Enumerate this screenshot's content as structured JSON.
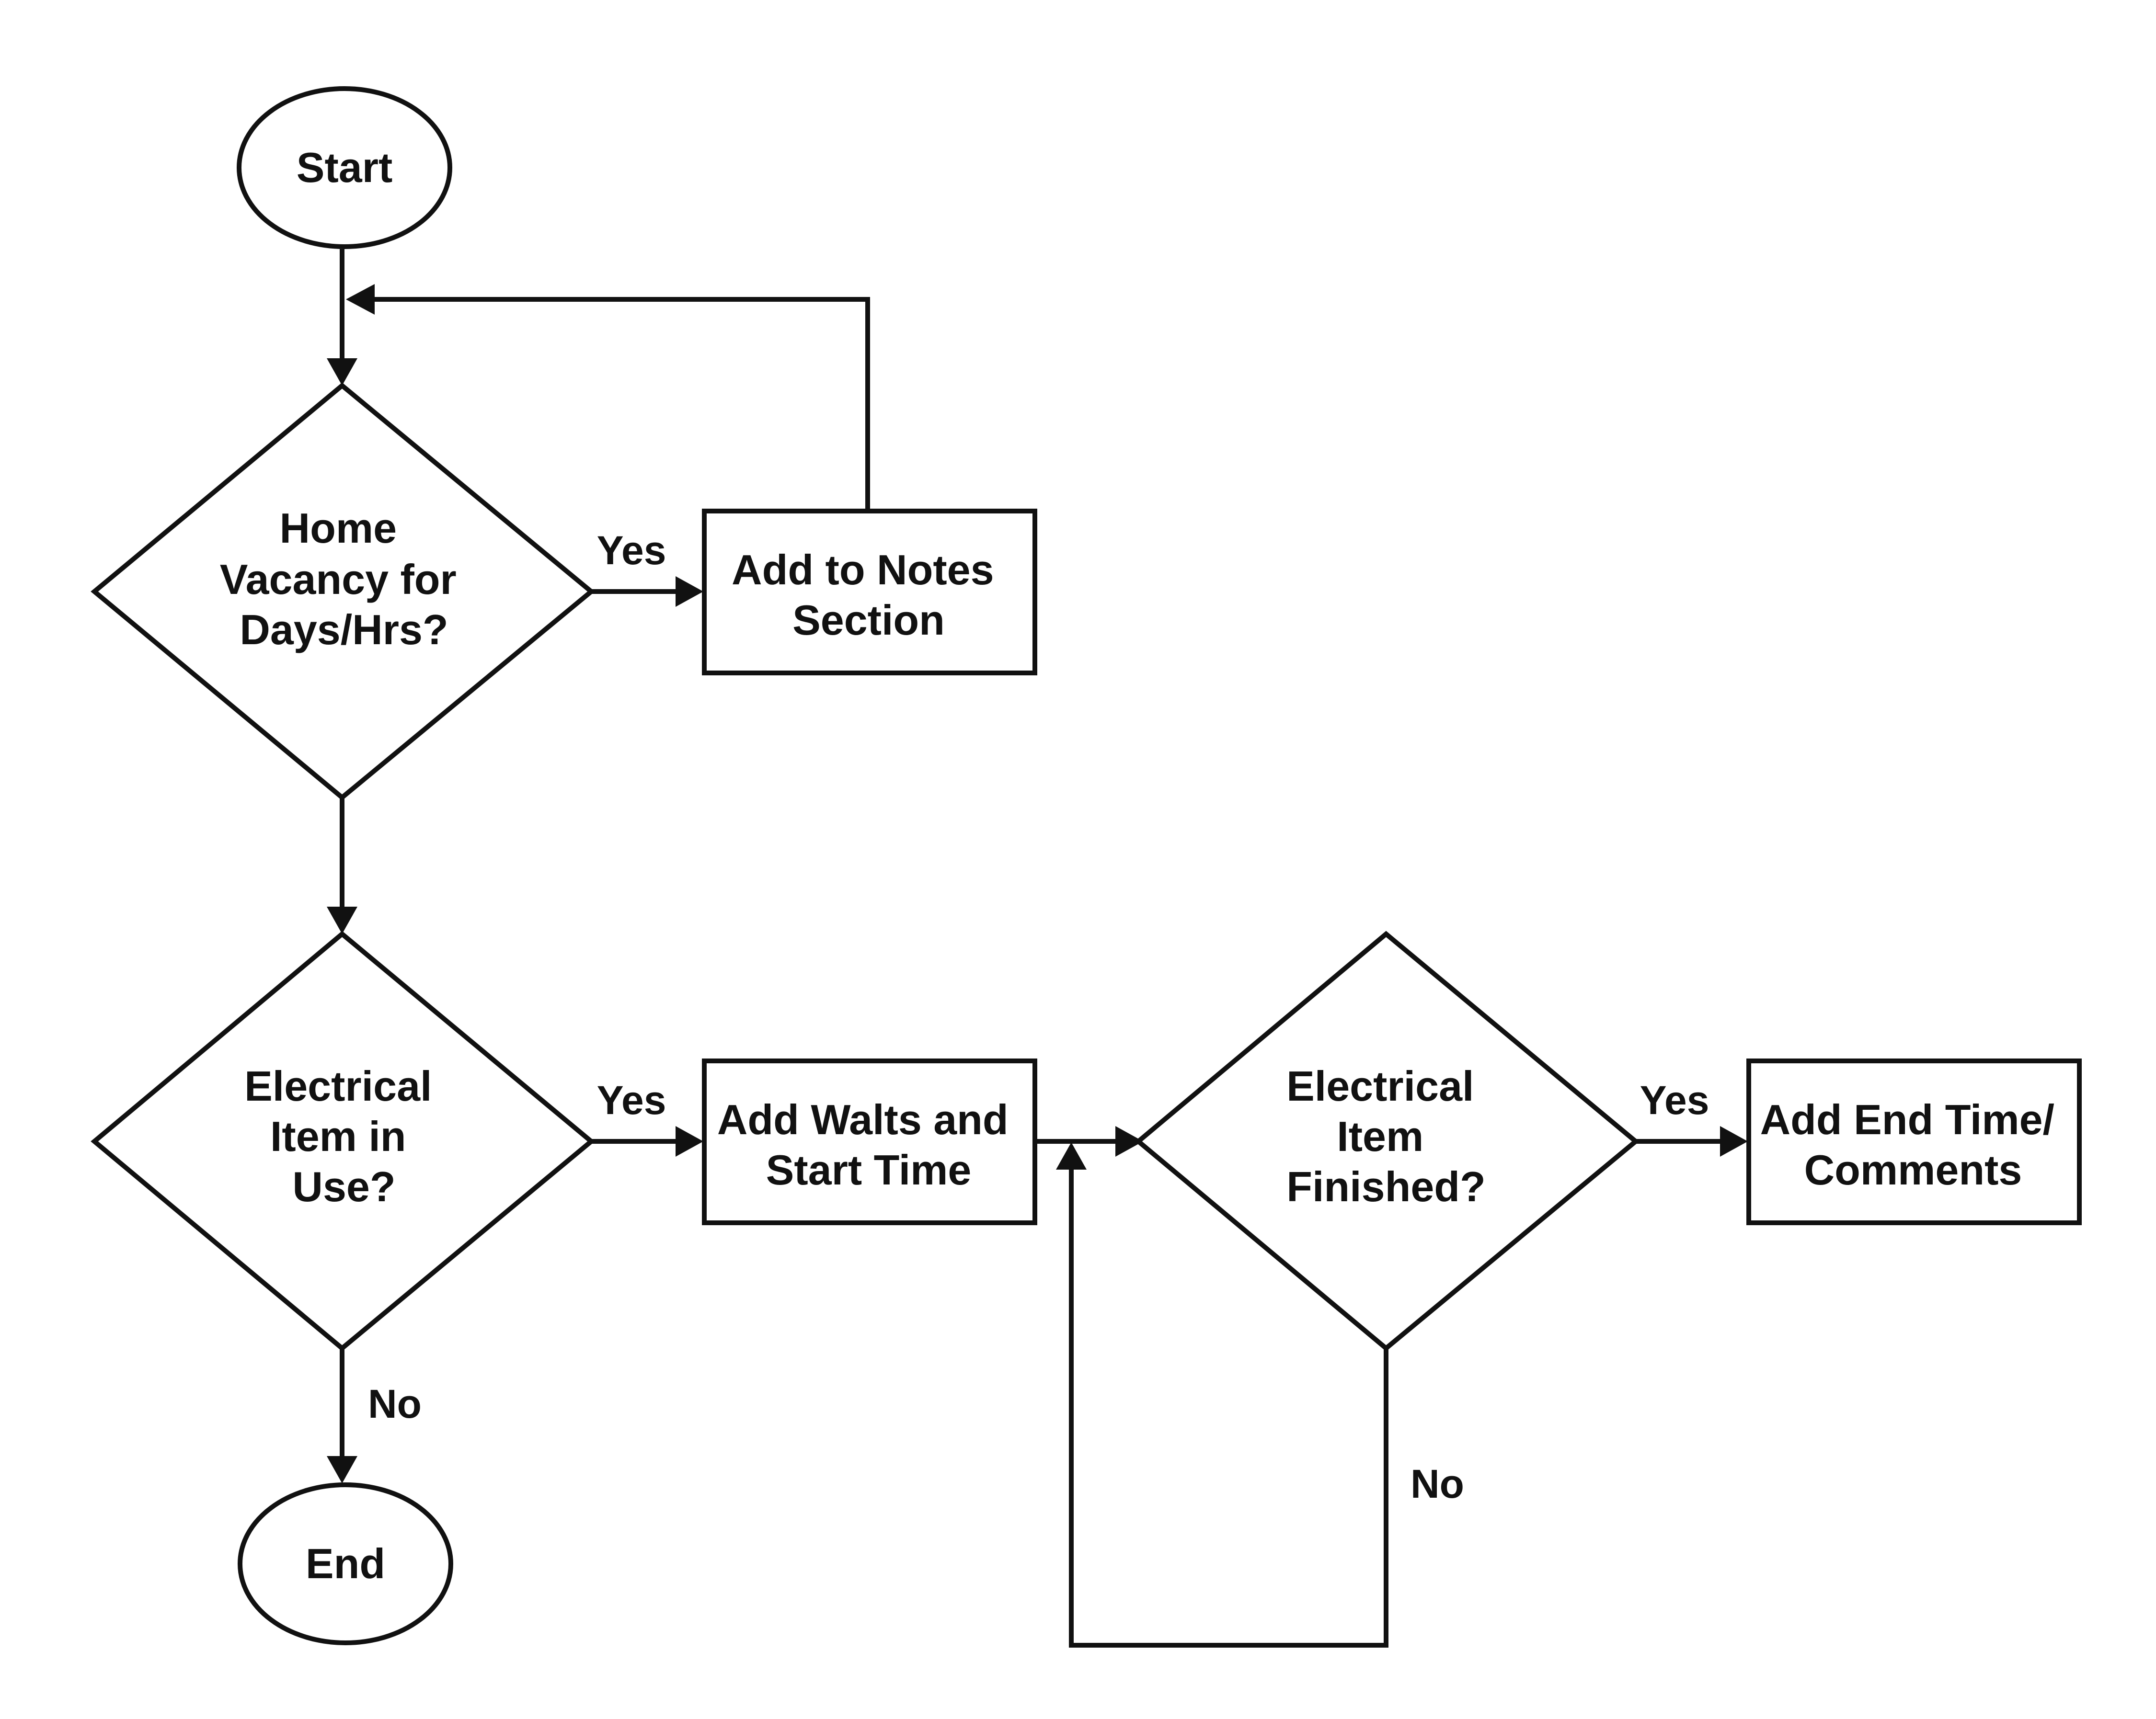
{
  "nodes": {
    "start": {
      "lines": [
        "Start"
      ]
    },
    "home_vacancy": {
      "lines": [
        "Home",
        "Vacancy for",
        "Days/Hrs?"
      ]
    },
    "add_notes": {
      "lines": [
        "Add to Notes",
        "Section"
      ]
    },
    "electrical_in_use": {
      "lines": [
        "Electrical",
        "Item in",
        "Use?"
      ]
    },
    "add_walts": {
      "lines": [
        "Add Walts and",
        "Start Time"
      ]
    },
    "electrical_finished": {
      "lines": [
        "Electrical",
        "Item",
        "Finished?"
      ]
    },
    "add_end_time": {
      "lines": [
        "Add End Time/",
        "Comments"
      ]
    },
    "end": {
      "lines": [
        "End"
      ]
    }
  },
  "edges": {
    "vacancy_yes": "Yes",
    "in_use_yes": "Yes",
    "in_use_no": "No",
    "finished_yes": "Yes",
    "finished_no": "No"
  }
}
